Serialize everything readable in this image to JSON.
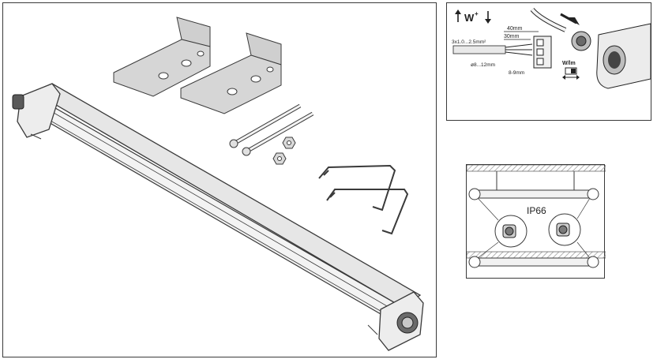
{
  "wiring": {
    "power_label": "W",
    "power_superscript": "+",
    "dim_40": "40mm",
    "dim_30": "30mm",
    "cable_spec": "3x1.0...2.5mm²",
    "cable_diameter": "ø8...12mm",
    "strip_length": "8-9mm",
    "wlm_label": "W/lm"
  },
  "mounting": {
    "ip_rating": "IP66"
  },
  "colors": {
    "outline": "#3a3a3a",
    "tube_fill": "#e6e6e6",
    "metal_fill": "#d6d6d6",
    "ceiling_hatch": "#9a9a9a"
  }
}
